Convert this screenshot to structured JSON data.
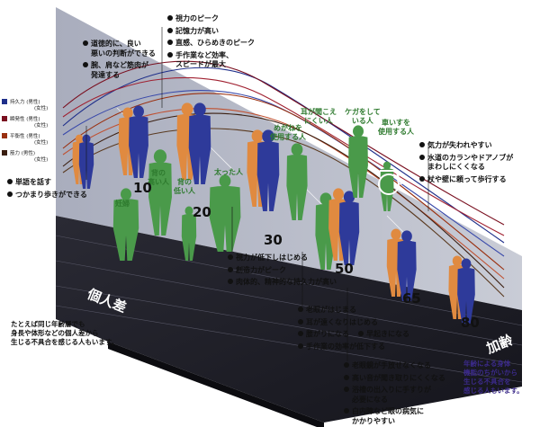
{
  "legend": [
    {
      "label": "持久力",
      "sub": [
        "(男性)",
        "(女性)"
      ],
      "color": "#1f2f8a"
    },
    {
      "label": "瞬発性",
      "sub": [
        "(男性)",
        "(女性)"
      ],
      "color": "#7a1020"
    },
    {
      "label": "平衡性",
      "sub": [
        "(男性)",
        "(女性)"
      ],
      "color": "#9a3010"
    },
    {
      "label": "筋力",
      "sub": [
        "(男性)",
        "(女性)"
      ],
      "color": "#3a1e10"
    }
  ],
  "top_notes_left": [
    "道徳的に、良い",
    "悪いの判断ができる"
  ],
  "top_notes_left2": [
    "腕、肩など筋肉が",
    "発達する"
  ],
  "top_notes_center": [
    "視力のピーク",
    "記憶力が高い",
    "直感、ひらめきのピーク",
    "手作業など効率、",
    "スピードが最大"
  ],
  "right_notes": [
    "気力が失われやすい",
    "水道のカランやドアノブが",
    "まわしにくくなる",
    "杖や壁に頼って歩行する"
  ],
  "left_notes": [
    "単語を話す",
    "つかまり歩きができる"
  ],
  "green_labels": {
    "pregnant": "妊婦",
    "tall": [
      "背の",
      "高い人"
    ],
    "short": [
      "背の",
      "低い人"
    ],
    "fat": "太った人",
    "glasses": [
      "めがねを",
      "使用する人"
    ],
    "hearing": [
      "耳が聞こえ",
      "にくい人"
    ],
    "injured": [
      "ケガをして",
      "いる人"
    ],
    "wheelchair": [
      "車いすを",
      "使用する人"
    ]
  },
  "ages": [
    "10",
    "20",
    "30",
    "50",
    "65",
    "80"
  ],
  "mid_notes": [
    "視力が低下しはじめる",
    "創造力がピーク",
    "肉体的、精神的な持久力が高い"
  ],
  "mid_notes2": [
    "老眼がはじまる",
    "耳が遠くなりはじめる",
    "腰がりになる",
    "早起きになる",
    "手作業の効率が低下する"
  ],
  "bottom_notes": [
    "老眼鏡が手放せなくなる",
    "高い音が聞き取りにくくなる",
    "浴槽の出入りに手すりが",
    "必要になる",
    "白内障など眼の病気に",
    "かかりやすい"
  ],
  "axis_left_label": "個人差",
  "axis_right_label": "加齢",
  "bottom_left_text": [
    "たとえば同じ年齢層でも",
    "身長や体形などの個人差から",
    "生じる不具合を感じる人もいます。"
  ],
  "bottom_right_text": [
    "年齢による身体",
    "機能のちがいから",
    "生じる不具合を",
    "感じる人もいます。"
  ],
  "colors": {
    "figure_green": "#4a9a4a",
    "figure_orange": "#e08a40",
    "figure_blue": "#2e3a9a",
    "panel": "#b8bcc8",
    "floor": "#202028",
    "purple_text": "#3b2a8a"
  }
}
